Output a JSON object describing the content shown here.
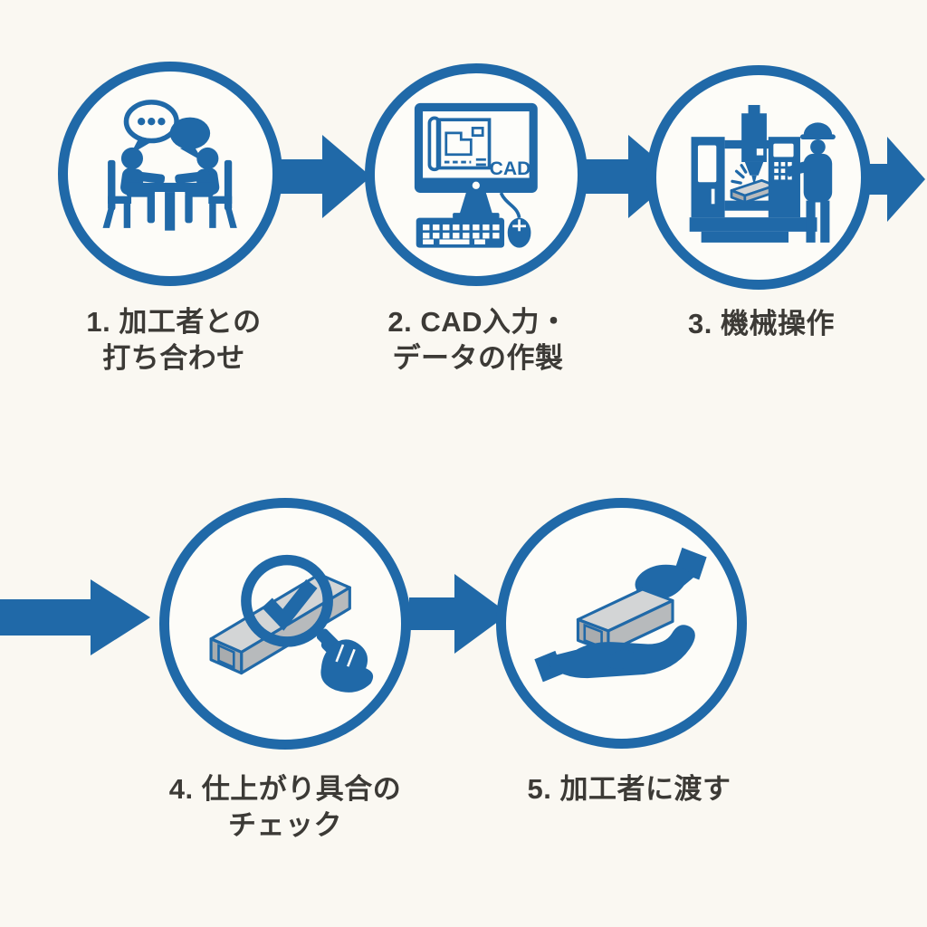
{
  "theme": {
    "background": "#faf8f2",
    "accent_blue": "#2069a8",
    "metal_light": "#d3d5d6",
    "metal_mid": "#b7babc",
    "metal_dark": "#a9acae",
    "text_color": "#3c3a36",
    "circle_fill": "#fdfcf8"
  },
  "diagram": {
    "type": "process-flow",
    "language": "ja",
    "steps": [
      {
        "number": 1,
        "label": "1. 加工者との打ち合わせ",
        "lines": [
          "1. 加工者との",
          "打ち合わせ"
        ],
        "icon": "meeting-discussion-icon"
      },
      {
        "number": 2,
        "label": "2. CAD入力・データの作製",
        "lines": [
          "2. CAD入力・",
          "データの作製"
        ],
        "icon": "cad-computer-icon",
        "screen_text": "CAD"
      },
      {
        "number": 3,
        "label": "3. 機械操作",
        "lines": [
          "3. 機械操作"
        ],
        "icon": "cnc-machine-operation-icon"
      },
      {
        "number": 4,
        "label": "4. 仕上がり具合のチェック",
        "lines": [
          "4. 仕上がり具合の",
          "チェック"
        ],
        "icon": "quality-check-magnifier-icon"
      },
      {
        "number": 5,
        "label": "5. 加工者に渡す",
        "lines": [
          "5. 加工者に渡す"
        ],
        "icon": "handover-hands-icon"
      }
    ],
    "arrows": [
      {
        "from": "step-1",
        "to": "step-2"
      },
      {
        "from": "step-2",
        "to": "step-3"
      },
      {
        "from": "step-3",
        "to": "offscreen-right"
      },
      {
        "from": "offscreen-left",
        "to": "step-4"
      },
      {
        "from": "step-4",
        "to": "step-5"
      }
    ]
  }
}
